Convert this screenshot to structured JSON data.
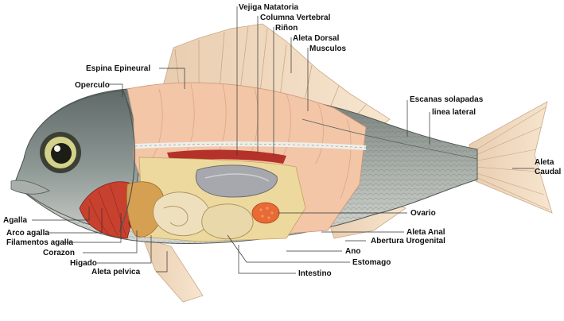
{
  "labels": {
    "vejiga_natatoria": "Vejiga Natatoria",
    "columna_vertebral": "Columna Vertebral",
    "rinon": "Riñon",
    "aleta_dorsal": "Aleta Dorsal",
    "musculos": "Musculos",
    "espina_epineural": "Espina Epineural",
    "operculo": "Operculo",
    "escanas_solapadas": "Escanas solapadas",
    "linea_lateral": "linea lateral",
    "aleta_caudal_1": "Aleta",
    "aleta_caudal_2": "Caudal",
    "agalla": "Agalla",
    "arco_agalla": "Arco agalla",
    "filamentos_agalla": "Filamentos agalla",
    "corazon": "Corazon",
    "higado": "Higado",
    "aleta_pelvica": "Aleta pelvica",
    "ovario": "Ovario",
    "aleta_anal": "Aleta Anal",
    "abertura_urogenital": "Abertura Urogenital",
    "ano": "Ano",
    "estomago": "Estomago",
    "intestino": "Intestino"
  },
  "colors": {
    "background": "#ffffff",
    "scales": "#8f9690",
    "head": "#7b8583",
    "muscle": "#f1c3a5",
    "fins": "#f0d5b4",
    "gill": "#c8402e",
    "liver": "#d49a4c",
    "stomach": "#e8d5a8",
    "ovary": "#e86a35",
    "swim_bladder": "#a2a4a9",
    "leader_lines": "#333333"
  }
}
